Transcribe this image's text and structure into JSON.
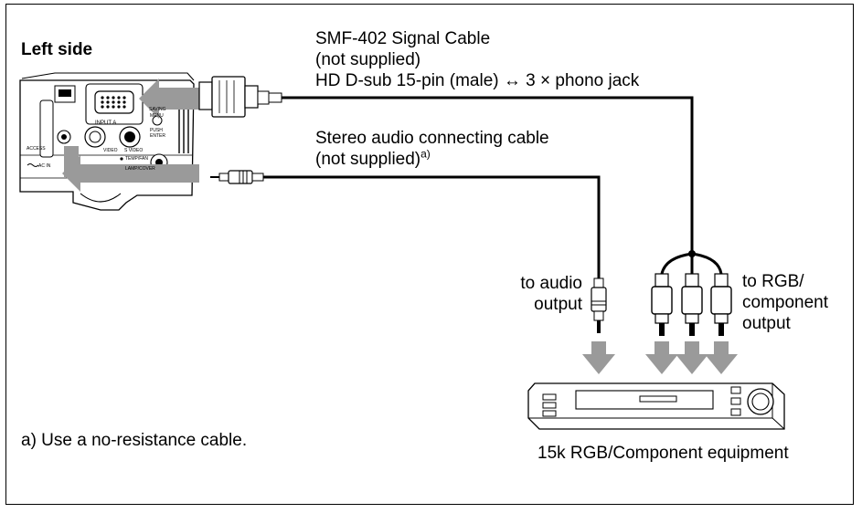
{
  "labels": {
    "left_side": "Left side",
    "signal_cable_line1": "SMF-402 Signal Cable",
    "signal_cable_line2": "(not supplied)",
    "signal_cable_line3": "HD D-sub 15-pin (male) ↔ 3 × phono jack",
    "audio_cable_line1": "Stereo audio connecting cable",
    "audio_cable_line2": "(not supplied)",
    "audio_cable_note_marker": "a)",
    "to_audio_output_line1": "to audio",
    "to_audio_output_line2": "output",
    "to_rgb_output_line1": "to RGB/",
    "to_rgb_output_line2": "component",
    "to_rgb_output_line3": "output",
    "footnote": "a) Use a no-resistance cable.",
    "equipment_caption": "15k RGB/Component equipment"
  },
  "projector_panel": {
    "input_a": "INPUT A",
    "s_video": "S VIDEO",
    "video": "VIDEO",
    "menu": "MENU",
    "push_enter": "PUSH ENTER",
    "temp_fan": "TEMP/FAN",
    "lamp_cover": "LAMP/COVER",
    "access": "ACCESS",
    "ac_in": "AC IN",
    "saving": "SAVING"
  },
  "colors": {
    "arrow_gray": "#9a9a9a",
    "line": "#000000"
  }
}
